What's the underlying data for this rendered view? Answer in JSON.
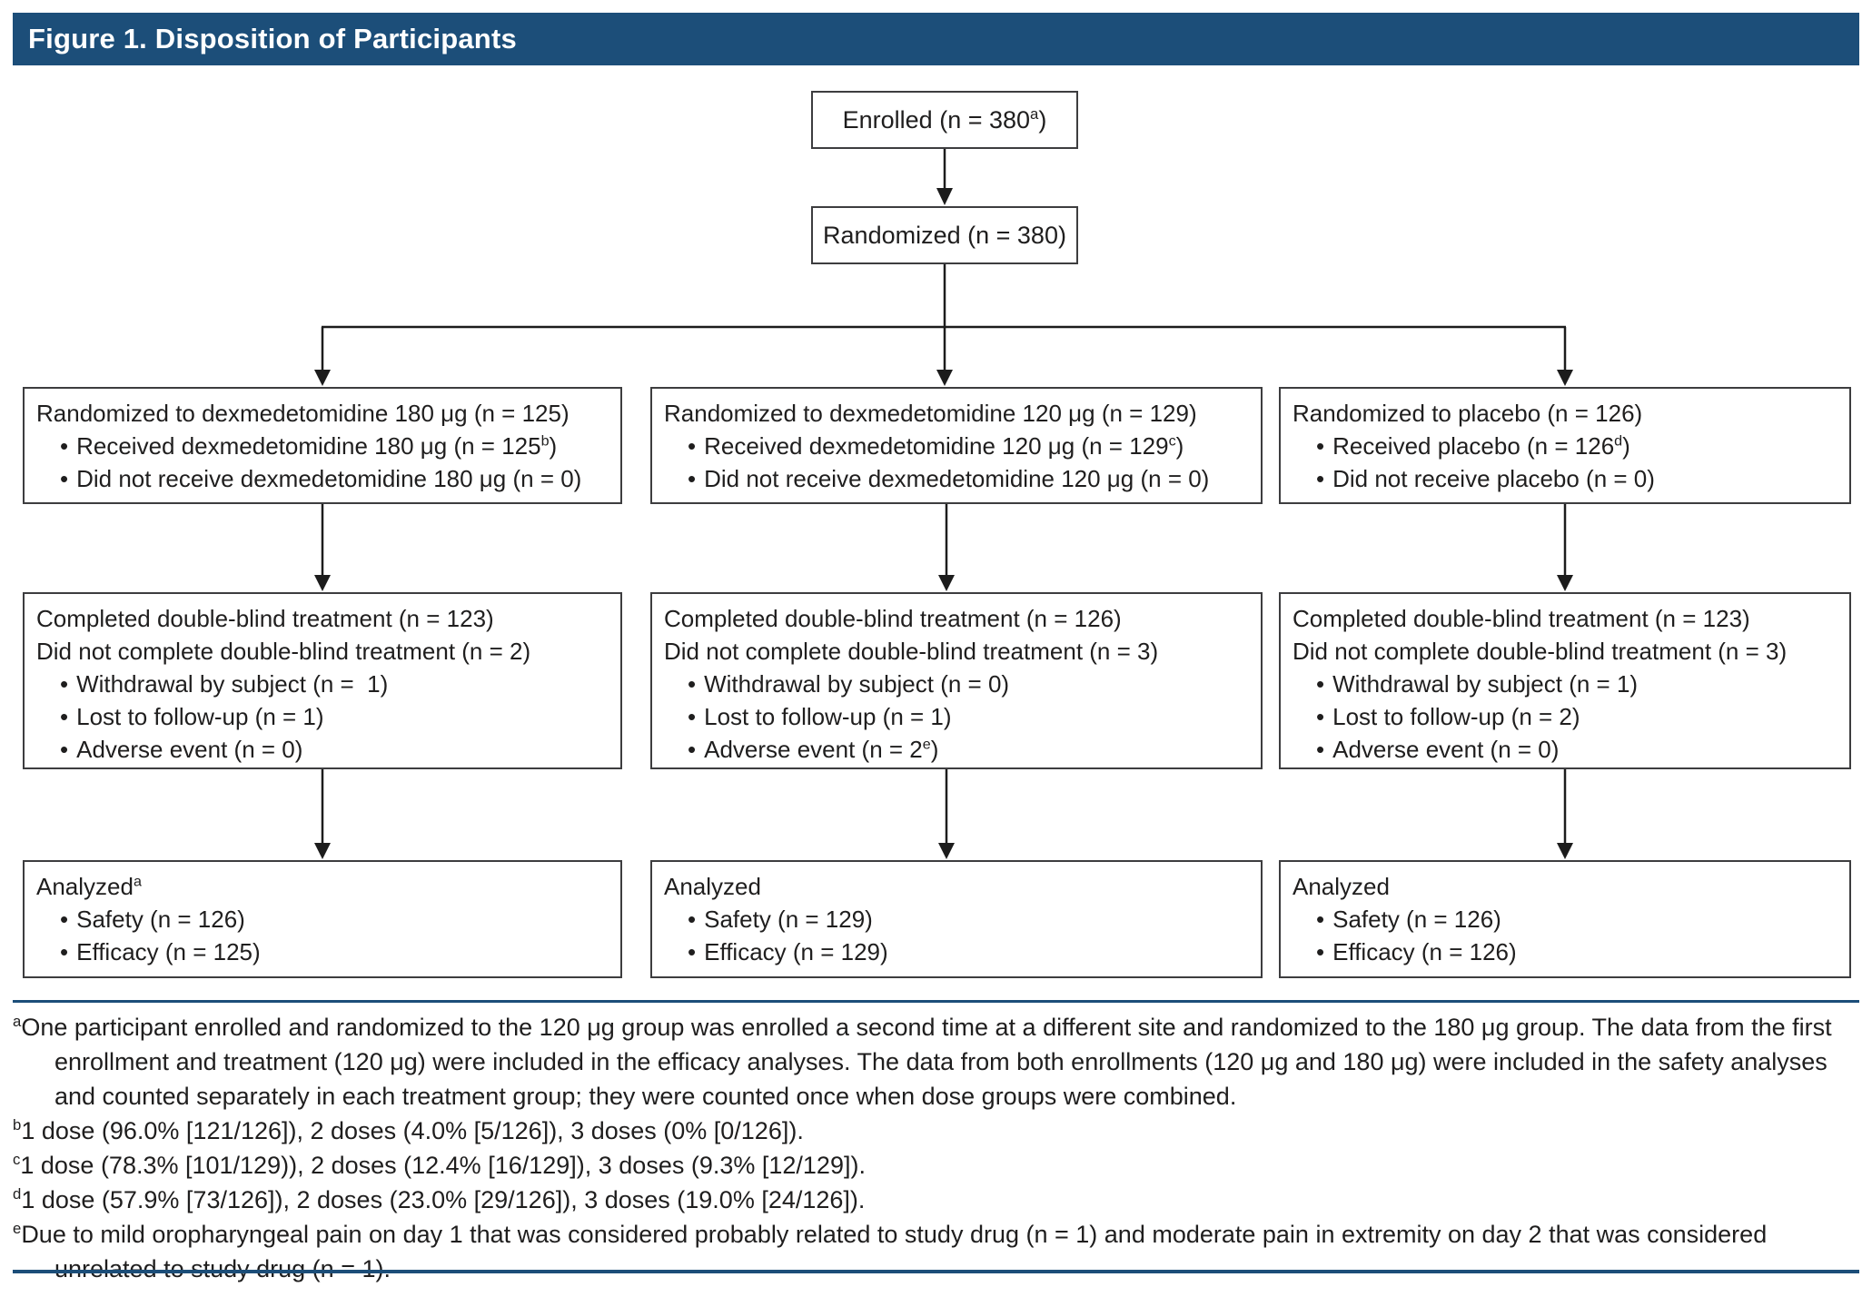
{
  "title": "Figure 1. Disposition of Participants",
  "glyphs": {
    "bullet": "•"
  },
  "colors": {
    "header_bg": "#1C4E79",
    "rule": "#1C4E79",
    "box_border": "#3d3d3f",
    "text": "#1f1e1e"
  },
  "flow": {
    "enrolled": {
      "pre": "Enrolled (n = 380",
      "sup": "a",
      "post": ")"
    },
    "randomized": {
      "text": "Randomized (n = 380)"
    },
    "arms": [
      {
        "name": "dexmedetomidine 180 µg",
        "assignment": {
          "title": "Randomized to dexmedetomidine 180 μg (n = 125)",
          "bullets": [
            {
              "pre": "Received dexmedetomidine 180 μg (n = 125",
              "sup": "b",
              "post": ")"
            },
            {
              "pre": "Did not receive dexmedetomidine 180 μg (n = 0)"
            }
          ]
        },
        "treatment": {
          "lines": [
            "Completed double-blind treatment (n = 123)",
            "Did not complete double-blind treatment (n = 2)"
          ],
          "bullets": [
            {
              "pre": "Withdrawal by subject (n =  1)"
            },
            {
              "pre": "Lost to follow-up (n = 1)"
            },
            {
              "pre": "Adverse event (n = 0)"
            }
          ]
        },
        "analyzed": {
          "title_pre": "Analyzed",
          "title_sup": "a",
          "bullets": [
            {
              "pre": "Safety (n = 126)"
            },
            {
              "pre": "Efficacy (n = 125)"
            }
          ]
        }
      },
      {
        "name": "dexmedetomidine 120 µg",
        "assignment": {
          "title": "Randomized to dexmedetomidine 120 μg (n = 129)",
          "bullets": [
            {
              "pre": "Received dexmedetomidine 120 μg (n = 129",
              "sup": "c",
              "post": ")"
            },
            {
              "pre": "Did not receive dexmedetomidine 120 μg (n = 0)"
            }
          ]
        },
        "treatment": {
          "lines": [
            "Completed double-blind treatment (n = 126)",
            "Did not complete double-blind treatment (n = 3)"
          ],
          "bullets": [
            {
              "pre": "Withdrawal by subject (n = 0)"
            },
            {
              "pre": "Lost to follow-up (n = 1)"
            },
            {
              "pre": "Adverse event (n = 2",
              "sup": "e",
              "post": ")"
            }
          ]
        },
        "analyzed": {
          "title_pre": "Analyzed",
          "bullets": [
            {
              "pre": "Safety (n = 129)"
            },
            {
              "pre": "Efficacy (n = 129)"
            }
          ]
        }
      },
      {
        "name": "placebo",
        "assignment": {
          "title": "Randomized to placebo (n = 126)",
          "bullets": [
            {
              "pre": "Received placebo (n = 126",
              "sup": "d",
              "post": ")"
            },
            {
              "pre": "Did not receive placebo (n = 0)"
            }
          ]
        },
        "treatment": {
          "lines": [
            "Completed double-blind treatment (n = 123)",
            "Did not complete double-blind treatment (n = 3)"
          ],
          "bullets": [
            {
              "pre": "Withdrawal by subject (n = 1)"
            },
            {
              "pre": "Lost to follow-up (n = 2)"
            },
            {
              "pre": "Adverse event (n = 0)"
            }
          ]
        },
        "analyzed": {
          "title_pre": "Analyzed",
          "bullets": [
            {
              "pre": "Safety (n = 126)"
            },
            {
              "pre": "Efficacy (n = 126)"
            }
          ]
        }
      }
    ]
  },
  "footnotes": [
    {
      "sup": "a",
      "text": "One participant enrolled and randomized to the 120 μg group was enrolled a second time at a different site and randomized to the 180 μg group. The data from the first enrollment and treatment (120 μg) were included in the efficacy analyses. The data from both enrollments (120 μg and 180 μg) were included in the safety analyses and counted separately in each treatment group; they were counted once when dose groups were combined."
    },
    {
      "sup": "b",
      "text": "1 dose (96.0% [121/126]), 2 doses (4.0% [5/126]), 3 doses (0% [0/126])."
    },
    {
      "sup": "c",
      "text": "1 dose (78.3% [101/129)), 2 doses (12.4% [16/129]), 3 doses (9.3% [12/129])."
    },
    {
      "sup": "d",
      "text": "1 dose (57.9% [73/126]), 2 doses (23.0% [29/126]), 3 doses (19.0% [24/126])."
    },
    {
      "sup": "e",
      "text": "Due to mild oropharyngeal pain on day 1 that was considered probably related to study drug (n = 1) and moderate pain in extremity on day 2 that was considered unrelated to study drug (n = 1)."
    }
  ]
}
